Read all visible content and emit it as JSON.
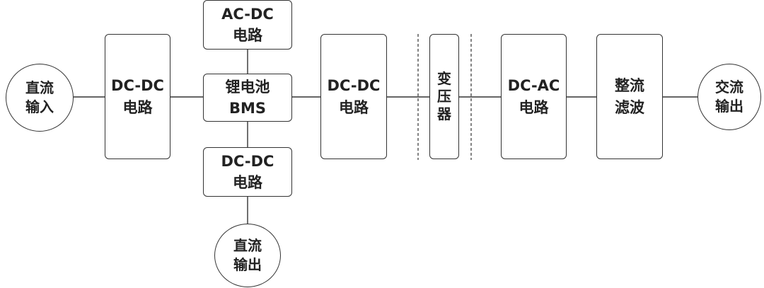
{
  "diagram": {
    "input_dc": [
      "直流",
      "输入"
    ],
    "dcdc_in": [
      "DC-DC",
      "电路"
    ],
    "acdc": [
      "AC-DC",
      "电路"
    ],
    "battery_bms": [
      "锂电池",
      "BMS"
    ],
    "dcdc_lower": [
      "DC-DC",
      "电路"
    ],
    "output_dc": [
      "直流",
      "输出"
    ],
    "dcdc_mid": [
      "DC-DC",
      "电路"
    ],
    "transformer": [
      "变",
      "压",
      "器"
    ],
    "dcac": [
      "DC-AC",
      "电路"
    ],
    "rect_filter": [
      "整流",
      "滤波"
    ],
    "output_ac": [
      "交流",
      "输出"
    ]
  },
  "colors": {
    "stroke": "#333333",
    "text": "#222222",
    "background": "#ffffff"
  }
}
